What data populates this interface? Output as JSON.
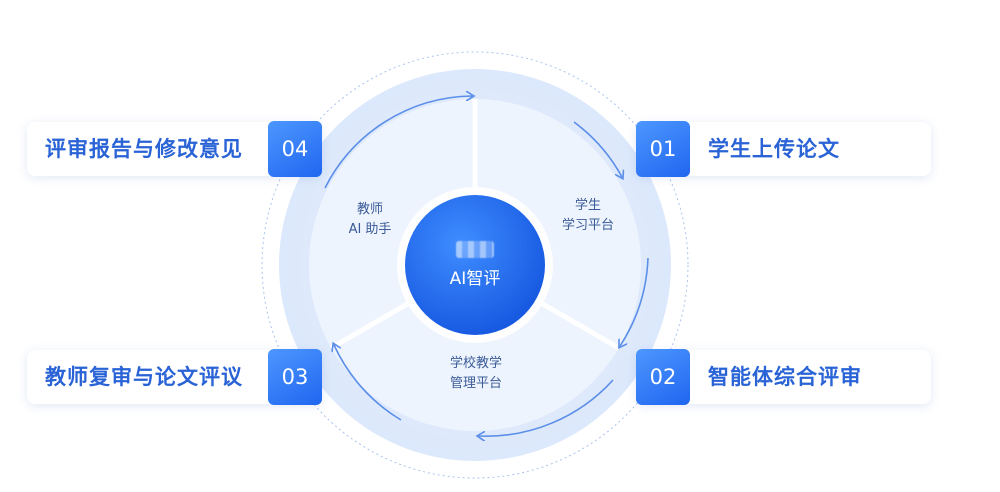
{
  "center": {
    "label": "AI智评"
  },
  "segments": [
    {
      "id": "student",
      "line1": "学生",
      "line2": "学习平台"
    },
    {
      "id": "school",
      "line1": "学校教学",
      "line2": "管理平台"
    },
    {
      "id": "teacher",
      "line1": "教师",
      "line2": "AI 助手"
    }
  ],
  "steps": [
    {
      "number": "01",
      "label": "学生上传论文"
    },
    {
      "number": "02",
      "label": "智能体综合评审"
    },
    {
      "number": "03",
      "label": "教师复审与论文评议"
    },
    {
      "number": "04",
      "label": "评审报告与修改意见"
    }
  ],
  "colors": {
    "accent": "#1f66f0",
    "label_text": "#2a63d6",
    "ring": "#dfeafc",
    "segment": "#edf3fe",
    "arrow": "#5b8ee8"
  }
}
